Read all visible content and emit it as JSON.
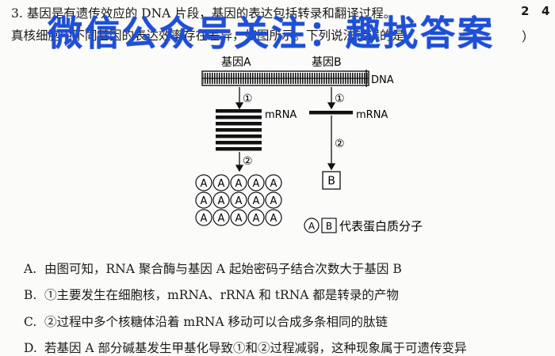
{
  "question": {
    "stem_line1": "3. 基因是有遗传效应的 DNA 片段，基因的表达包括转录和翻译过程。",
    "stem_line2": "真核细胞中不同基因的表达效率存在差异，如图所示。下列说法错误的是",
    "paren_close": "）",
    "score_left": "2",
    "score_right": "4"
  },
  "watermark": "微信公众号关注：趣找答案",
  "diagram": {
    "gene_a_label": "基因A",
    "gene_b_label": "基因B",
    "dna_label": "DNA",
    "mrna_label_a": "mRNA",
    "mrna_label_b": "mRNA",
    "step1_a": "①",
    "step1_b": "①",
    "step2_a": "②",
    "step2_b": "②",
    "protein_a_letter": "A",
    "protein_b_letter": "B",
    "legend_text": "代表蛋白质分子"
  },
  "options": [
    {
      "key": "A.",
      "text": "由图可知，RNA 聚合酶与基因 A 起始密码子结合次数大于基因 B"
    },
    {
      "key": "B.",
      "text": "①主要发生在细胞核，mRNA、rRNA 和 tRNA 都是转录的产物"
    },
    {
      "key": "C.",
      "text": "②过程中多个核糖体沿着 mRNA 移动可以合成多条相同的肽链"
    },
    {
      "key": "D.",
      "text": "若基因 A 部分碱基发生甲基化导致①和②过程减弱，这种现象属于可遗传变异"
    }
  ]
}
